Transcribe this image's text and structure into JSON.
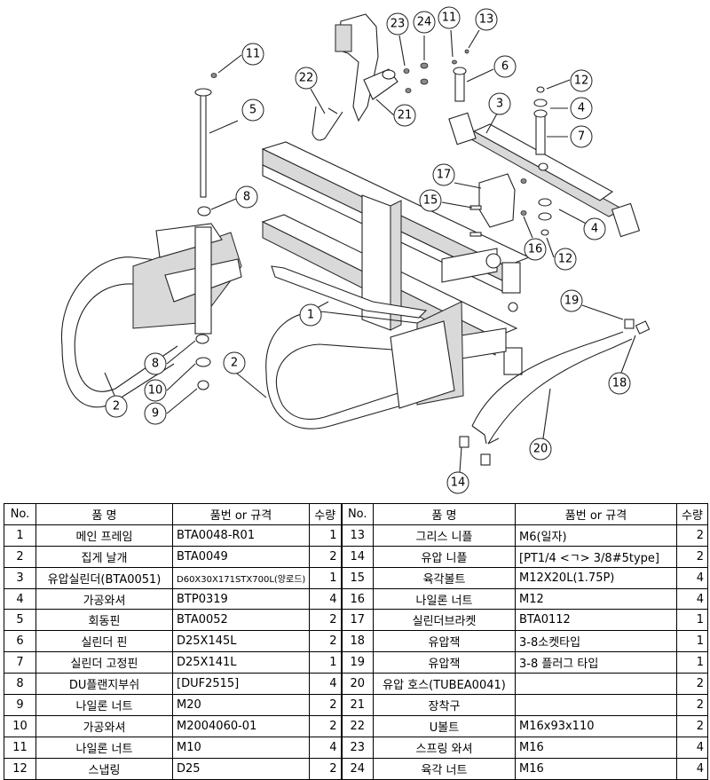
{
  "callouts": [
    "1",
    "2",
    "2",
    "3",
    "4",
    "4",
    "5",
    "6",
    "7",
    "8",
    "8",
    "9",
    "10",
    "11",
    "11",
    "12",
    "12",
    "13",
    "14",
    "15",
    "16",
    "17",
    "18",
    "19",
    "20",
    "21",
    "22",
    "23",
    "24"
  ],
  "table": {
    "headers": {
      "no": "No.",
      "name": "품   명",
      "spec": "품번 or 규격",
      "qty": "수량"
    },
    "rows": [
      {
        "no": "1",
        "name": "메인 프레임",
        "spec": "BTA0048-R01",
        "qty": "1",
        "no2": "13",
        "name2": "그리스 니플",
        "spec2": "M6(일자)",
        "qty2": "2"
      },
      {
        "no": "2",
        "name": "집게 날개",
        "spec": "BTA0049",
        "qty": "2",
        "no2": "14",
        "name2": "유압 니플",
        "spec2": "[PT1/4 <ㄱ> 3/8#5type]",
        "qty2": "2"
      },
      {
        "no": "3",
        "name": "유압실린더(BTA0051)",
        "spec": "D60X30X171STX700L(양로드)",
        "qty": "1",
        "no2": "15",
        "name2": "육각볼트",
        "spec2": "M12X20L(1.75P)",
        "qty2": "4"
      },
      {
        "no": "4",
        "name": "가공와셔",
        "spec": "BTP0319",
        "qty": "4",
        "no2": "16",
        "name2": "나일론 너트",
        "spec2": "M12",
        "qty2": "4"
      },
      {
        "no": "5",
        "name": "회동핀",
        "spec": "BTA0052",
        "qty": "2",
        "no2": "17",
        "name2": "실린더브라켓",
        "spec2": "BTA0112",
        "qty2": "1"
      },
      {
        "no": "6",
        "name": "실린더 핀",
        "spec": "D25X145L",
        "qty": "2",
        "no2": "18",
        "name2": "유압잭",
        "spec2": "3-8소켓타입",
        "qty2": "1"
      },
      {
        "no": "7",
        "name": "실린더 고정핀",
        "spec": "D25X141L",
        "qty": "1",
        "no2": "19",
        "name2": "유압잭",
        "spec2": "3-8 플러그 타입",
        "qty2": "1"
      },
      {
        "no": "8",
        "name": "DU플랜지부쉬",
        "spec": "[DUF2515]",
        "qty": "4",
        "no2": "20",
        "name2": "유압 호스(TUBEA0041)",
        "spec2": "",
        "qty2": "2"
      },
      {
        "no": "9",
        "name": "나일론 너트",
        "spec": "M20",
        "qty": "2",
        "no2": "21",
        "name2": "장착구",
        "spec2": "",
        "qty2": "2"
      },
      {
        "no": "10",
        "name": "가공와셔",
        "spec": "M2004060-01",
        "qty": "2",
        "no2": "22",
        "name2": "U볼트",
        "spec2": "M16x93x110",
        "qty2": "2"
      },
      {
        "no": "11",
        "name": "나일론 너트",
        "spec": "M10",
        "qty": "4",
        "no2": "23",
        "name2": "스프링 와셔",
        "spec2": "M16",
        "qty2": "4"
      },
      {
        "no": "12",
        "name": "스냅링",
        "spec": "D25",
        "qty": "2",
        "no2": "24",
        "name2": "육각 너트",
        "spec2": "M16",
        "qty2": "4"
      }
    ]
  }
}
